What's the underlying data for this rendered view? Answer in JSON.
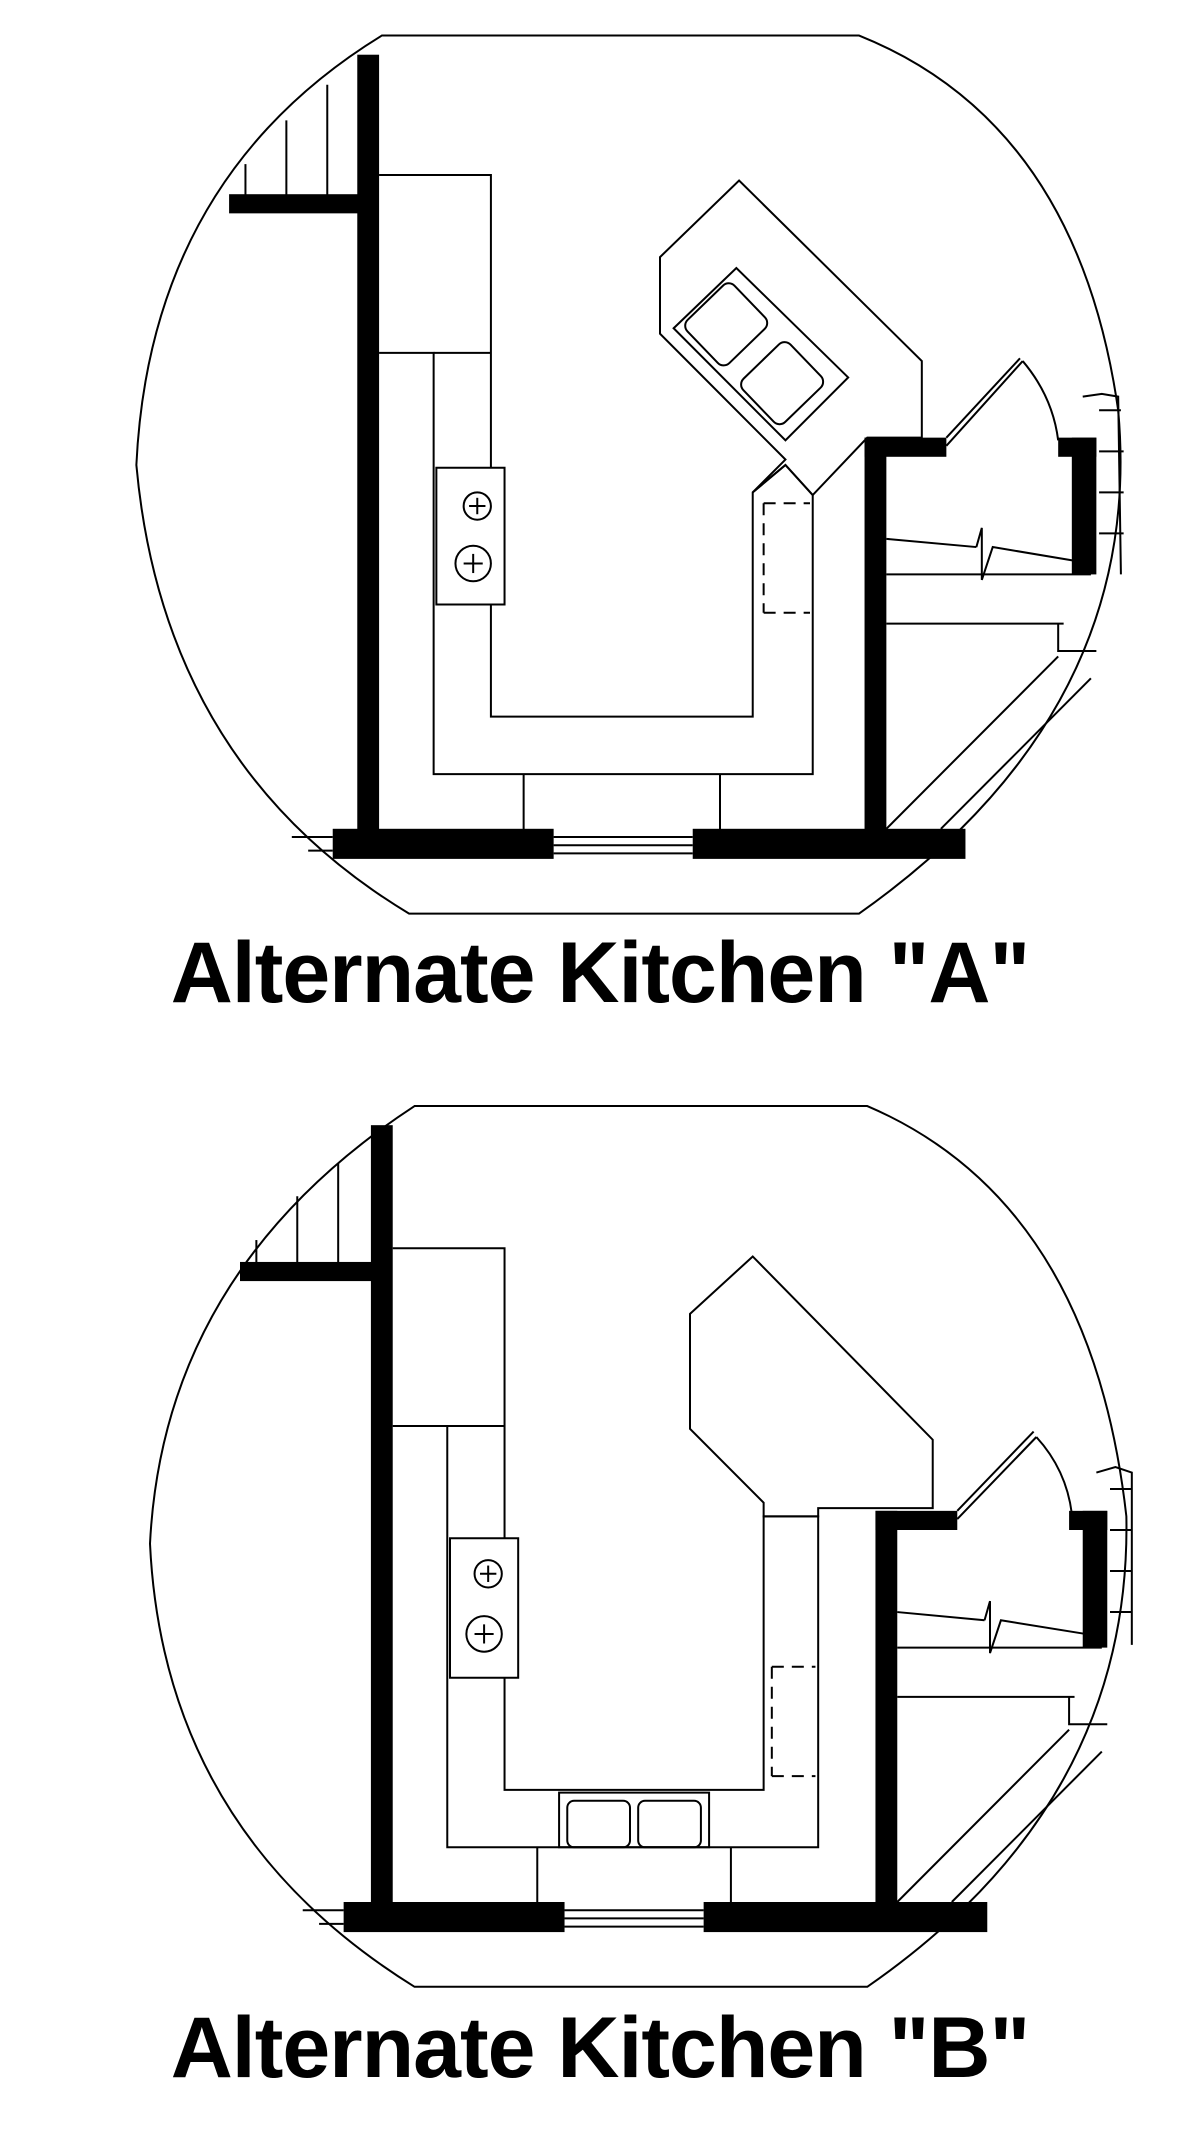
{
  "diagrams": [
    {
      "id": "A",
      "caption": "Alternate Kitchen \"A\"",
      "sink_location": "angled peninsula"
    },
    {
      "id": "B",
      "caption": "Alternate Kitchen \"B\"",
      "sink_location": "bottom counter"
    }
  ],
  "colors": {
    "ink": "#000000",
    "paper": "#ffffff"
  }
}
